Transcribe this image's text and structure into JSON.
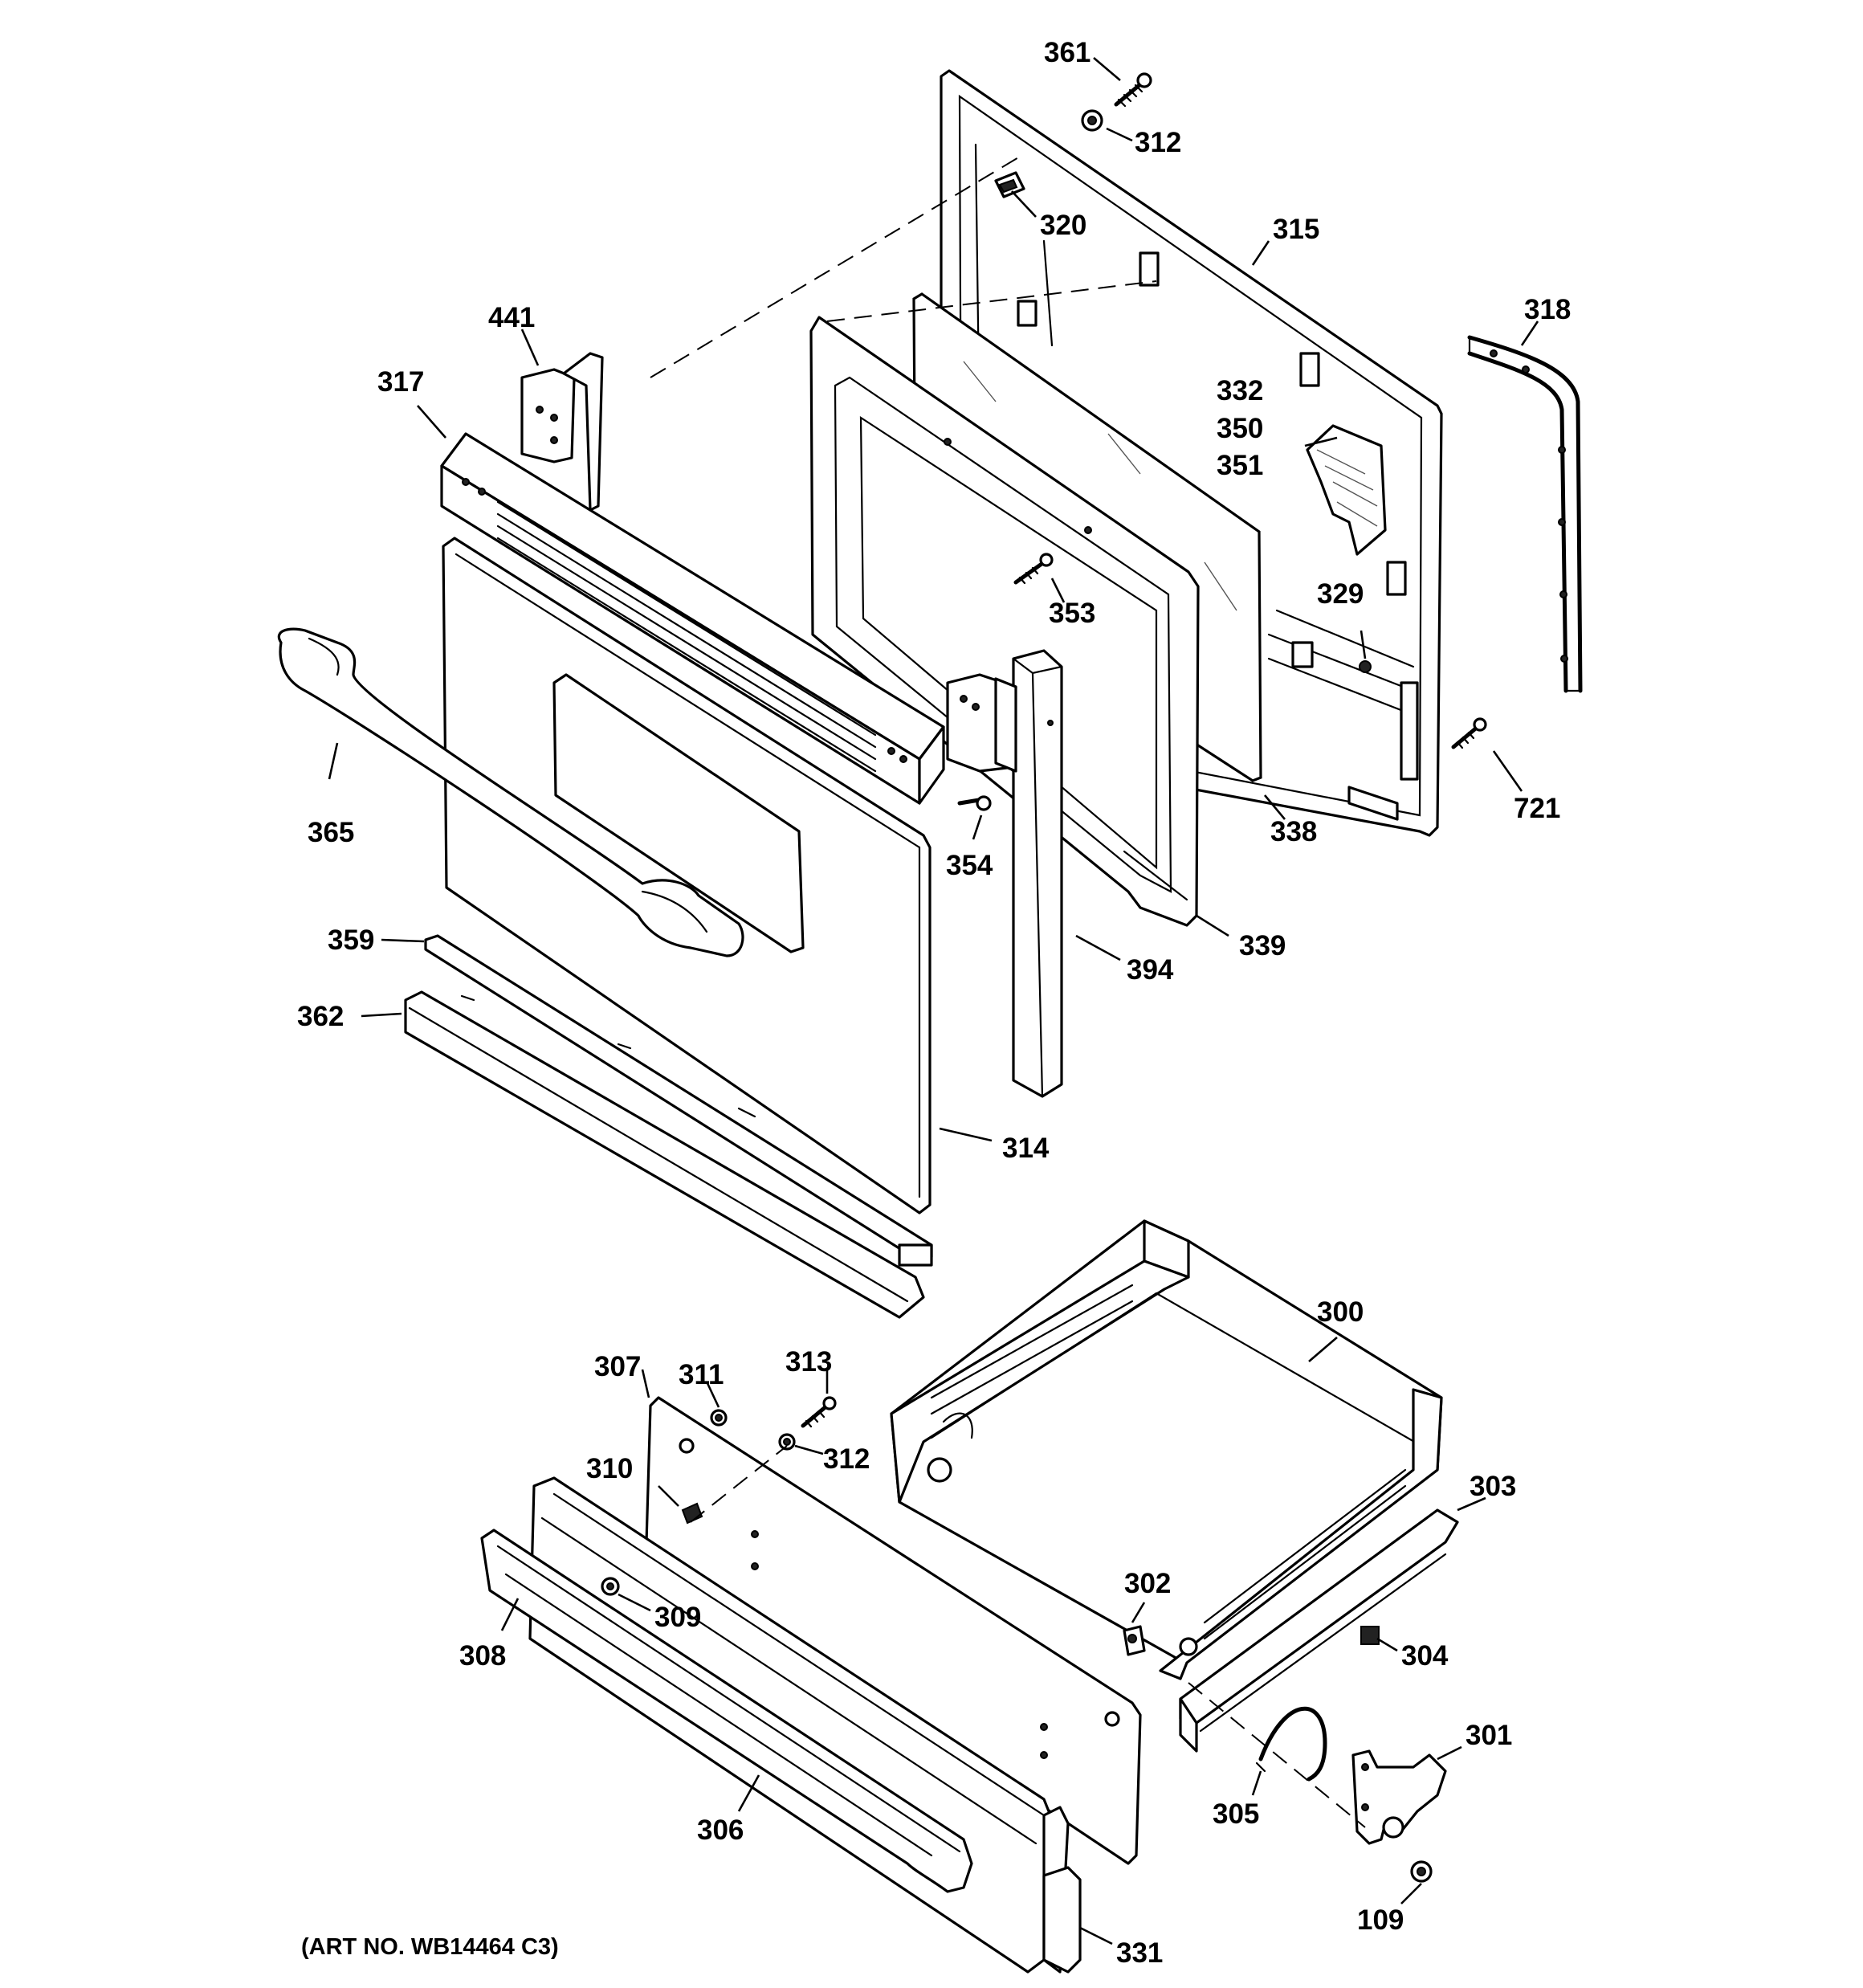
{
  "art_number": "(ART NO. WB14464 C3)",
  "callouts": [
    {
      "id": "361",
      "text": "361"
    },
    {
      "id": "312a",
      "text": "312"
    },
    {
      "id": "320",
      "text": "320"
    },
    {
      "id": "315",
      "text": "315"
    },
    {
      "id": "318",
      "text": "318"
    },
    {
      "id": "441",
      "text": "441"
    },
    {
      "id": "317",
      "text": "317"
    },
    {
      "id": "332",
      "text": "332"
    },
    {
      "id": "350",
      "text": "350"
    },
    {
      "id": "351",
      "text": "351"
    },
    {
      "id": "329",
      "text": "329"
    },
    {
      "id": "353",
      "text": "353"
    },
    {
      "id": "721",
      "text": "721"
    },
    {
      "id": "338",
      "text": "338"
    },
    {
      "id": "365",
      "text": "365"
    },
    {
      "id": "354",
      "text": "354"
    },
    {
      "id": "339",
      "text": "339"
    },
    {
      "id": "359",
      "text": "359"
    },
    {
      "id": "394",
      "text": "394"
    },
    {
      "id": "362",
      "text": "362"
    },
    {
      "id": "314",
      "text": "314"
    },
    {
      "id": "300",
      "text": "300"
    },
    {
      "id": "307",
      "text": "307"
    },
    {
      "id": "311",
      "text": "311"
    },
    {
      "id": "313",
      "text": "313"
    },
    {
      "id": "312b",
      "text": "312"
    },
    {
      "id": "310",
      "text": "310"
    },
    {
      "id": "303",
      "text": "303"
    },
    {
      "id": "302",
      "text": "302"
    },
    {
      "id": "309",
      "text": "309"
    },
    {
      "id": "308",
      "text": "308"
    },
    {
      "id": "304",
      "text": "304"
    },
    {
      "id": "301",
      "text": "301"
    },
    {
      "id": "305",
      "text": "305"
    },
    {
      "id": "306",
      "text": "306"
    },
    {
      "id": "109",
      "text": "109"
    },
    {
      "id": "331",
      "text": "331"
    }
  ]
}
